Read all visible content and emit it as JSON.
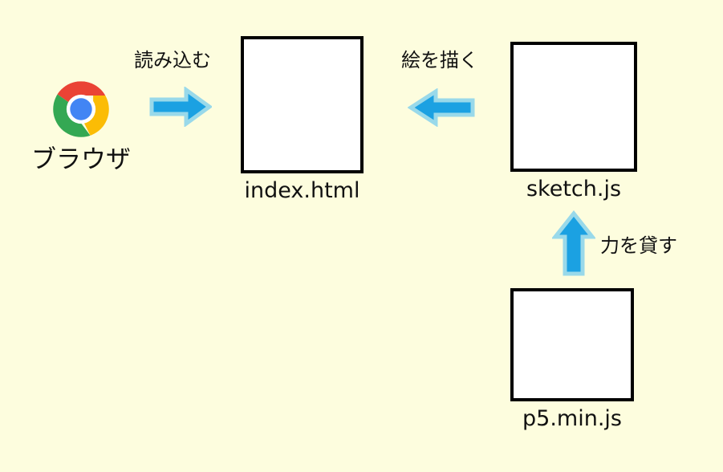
{
  "diagram": {
    "title": "p5.js file relationship diagram",
    "background_color": "#fdfdde",
    "nodes": {
      "browser": {
        "icon": "chrome-logo-icon",
        "label": "ブラウザ"
      },
      "index_html": {
        "label": "index.html",
        "box_fill": "#ffffff",
        "box_border": "#000000"
      },
      "sketch_js": {
        "label": "sketch.js",
        "box_fill": "#ffffff",
        "box_border": "#000000"
      },
      "p5_min_js": {
        "label": "p5.min.js",
        "box_fill": "#ffffff",
        "box_border": "#000000"
      }
    },
    "edges": {
      "load": {
        "label": "読み込む",
        "direction": "right",
        "from": "browser",
        "to": "index_html"
      },
      "draw": {
        "label": "絵を描く",
        "direction": "left",
        "from": "sketch_js",
        "to": "index_html"
      },
      "assist": {
        "label": "力を貸す",
        "direction": "up",
        "from": "p5_min_js",
        "to": "sketch_js"
      }
    },
    "colors": {
      "arrow_fill": "#1ba1e2",
      "arrow_outline": "#99d9ea",
      "text": "#111111",
      "chrome_red": "#ea4335",
      "chrome_yellow": "#fbbc05",
      "chrome_green": "#34a853",
      "chrome_blue": "#4285f4",
      "chrome_white": "#ffffff"
    }
  }
}
